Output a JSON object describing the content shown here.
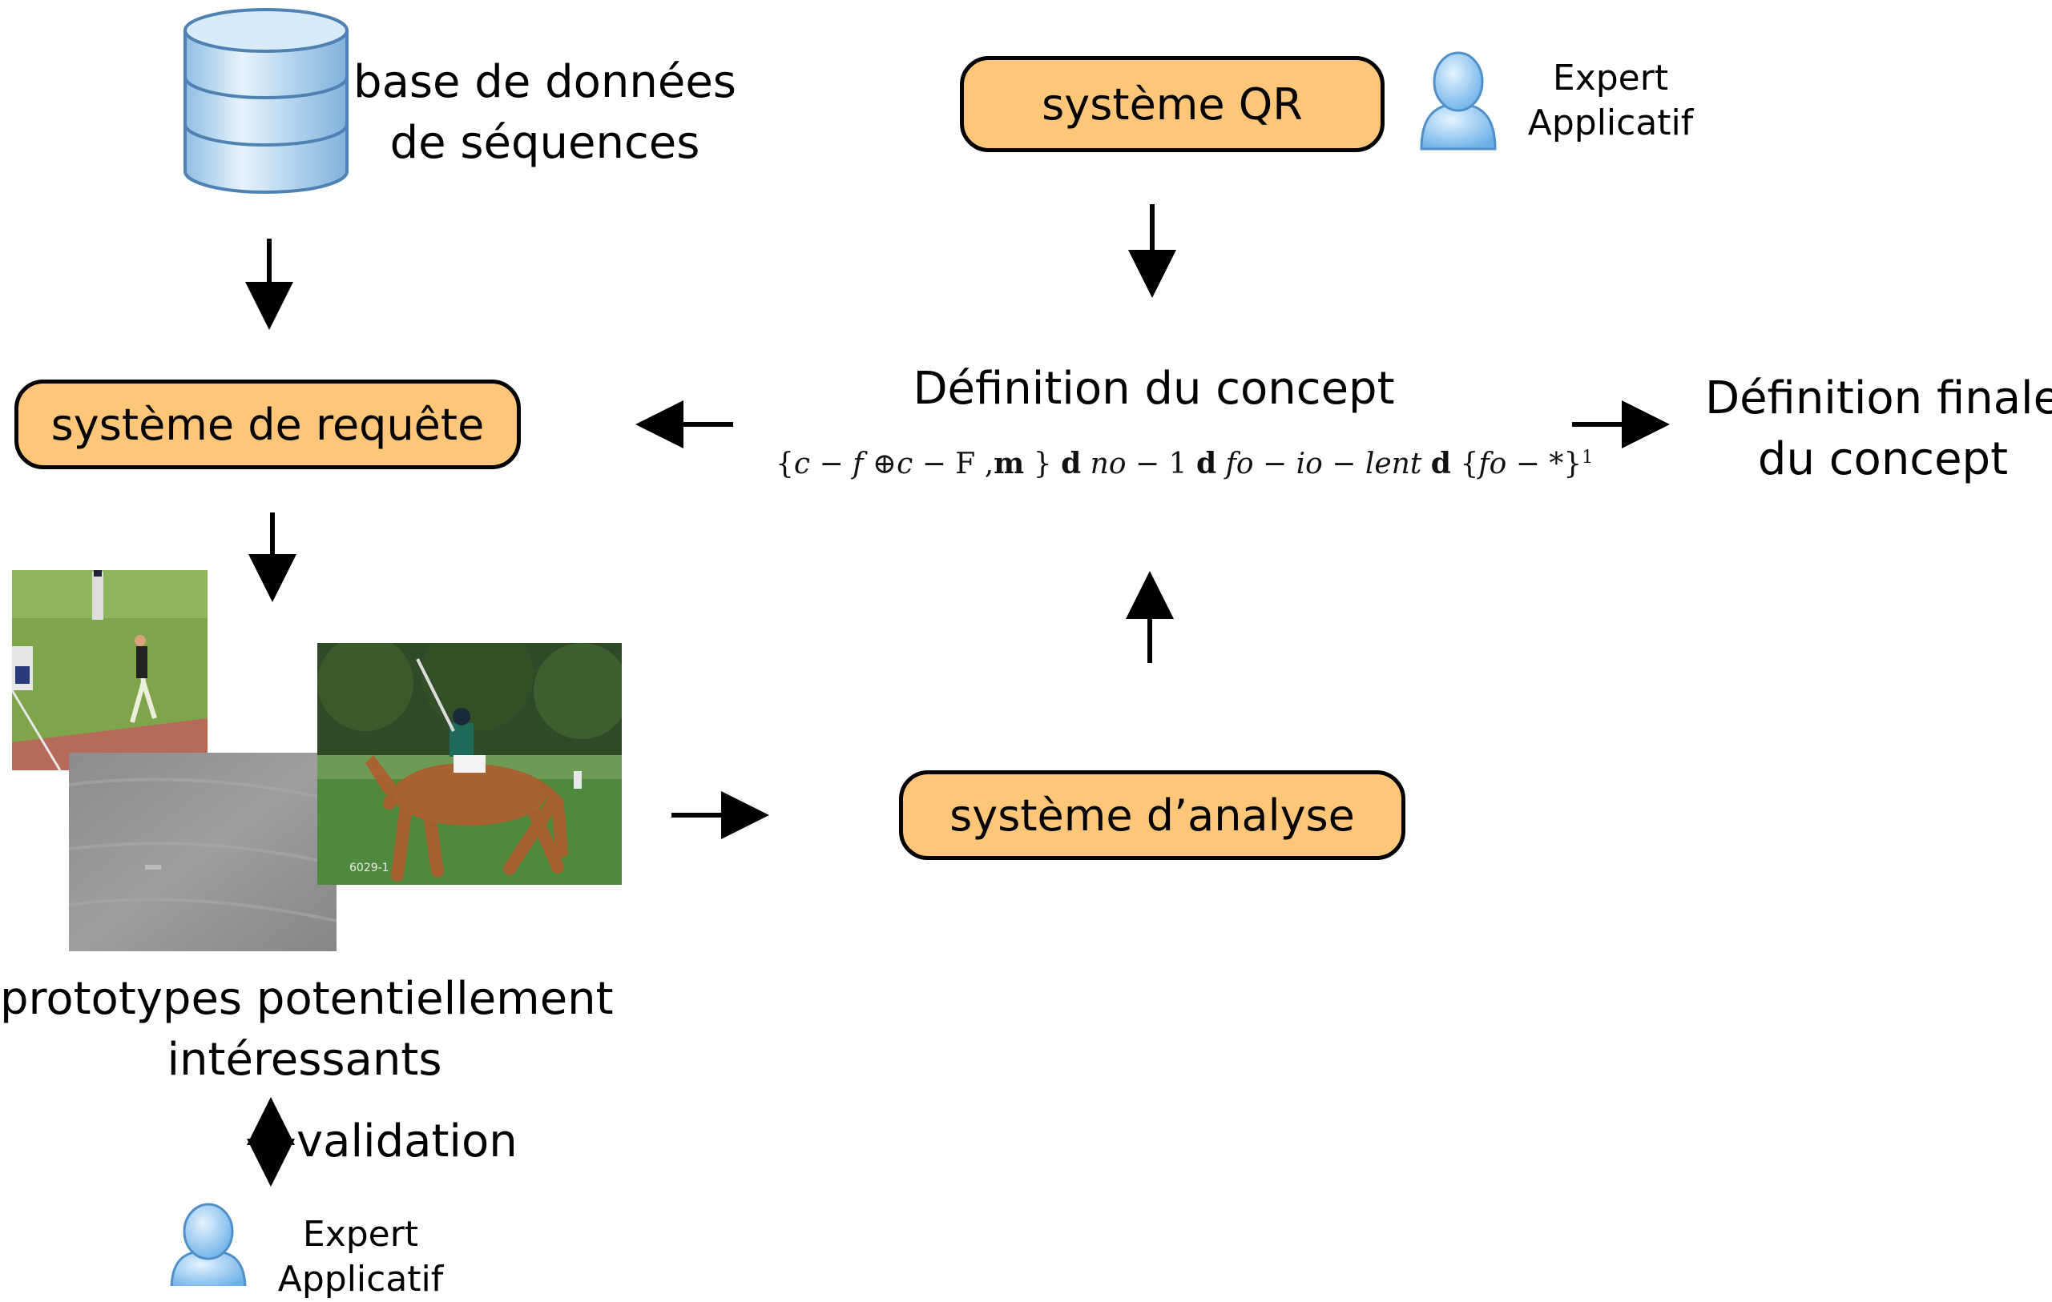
{
  "database": {
    "label_line1": "base de données",
    "label_line2": "de séquences"
  },
  "qr_system": {
    "label": "système QR"
  },
  "expert_top": {
    "line1": "Expert",
    "line2": "Applicatif"
  },
  "request_system": {
    "label": "système de requête"
  },
  "concept_definition": {
    "title": "Définition du concept",
    "formula": {
      "p1": "{",
      "p2": "c",
      "p3": " − ",
      "p4": "f",
      "p5": " ⊕",
      "p6": "c",
      "p7": " − F ,",
      "p8": "m",
      "p9": " }  ",
      "p10": "d",
      "p11": " no",
      "p12": " − 1 ",
      "p13": "d",
      "p14": " fo − io − lent ",
      "p15": "d",
      "p16": " {",
      "p17": "fo",
      "p18": " − *}",
      "p19": "1"
    }
  },
  "final_definition": {
    "line1": "Définition finale",
    "line2": "du concept"
  },
  "analysis_system": {
    "label": "système d’analyse"
  },
  "prototypes": {
    "line1": "prototypes potentiellement",
    "line2": "intéressants",
    "frame_caption": "6029-1"
  },
  "validation": {
    "label": "validation"
  },
  "expert_bottom": {
    "line1": "Expert",
    "line2": "Applicatif"
  },
  "colors": {
    "pill_fill": "#fdc679",
    "stroke": "#000000",
    "user_icon": "#8ec8f2",
    "db_icon": "#a9d4f2"
  },
  "icons": {
    "database": "database-icon",
    "user": "user-icon"
  }
}
